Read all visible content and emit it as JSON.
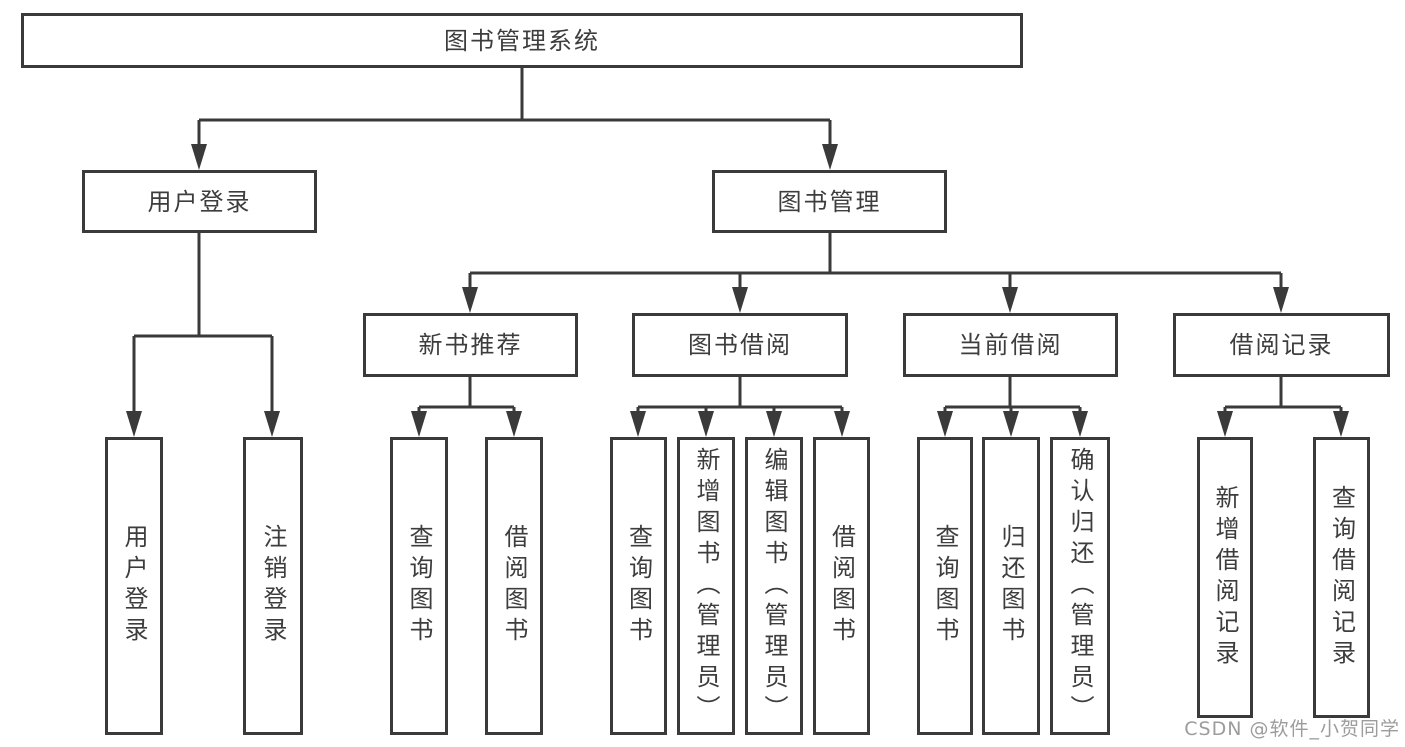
{
  "tree": {
    "root": {
      "label": "图书管理系统"
    },
    "branches": [
      {
        "label": "用户登录",
        "children": [
          "用户登录",
          "注销登录"
        ]
      },
      {
        "label": "图书管理",
        "sections": [
          {
            "label": "新书推荐",
            "children": [
              "查询图书",
              "借阅图书"
            ]
          },
          {
            "label": "图书借阅",
            "children": [
              "查询图书",
              "新增图书（管理员）",
              "编辑图书（管理员）",
              "借阅图书"
            ]
          },
          {
            "label": "当前借阅",
            "children": [
              "查询图书",
              "归还图书",
              "确认归还（管理员）"
            ]
          },
          {
            "label": "借阅记录",
            "children": [
              "新增借阅记录",
              "查询借阅记录"
            ]
          }
        ]
      }
    ]
  },
  "watermark": {
    "text": "CSDN @软件_小贺同学"
  },
  "colors": {
    "line": "#3a3a3a",
    "box_border": "#3a3a3a",
    "text": "#3d3d3d",
    "watermark": "#9c9c9c",
    "background": "#ffffff"
  }
}
